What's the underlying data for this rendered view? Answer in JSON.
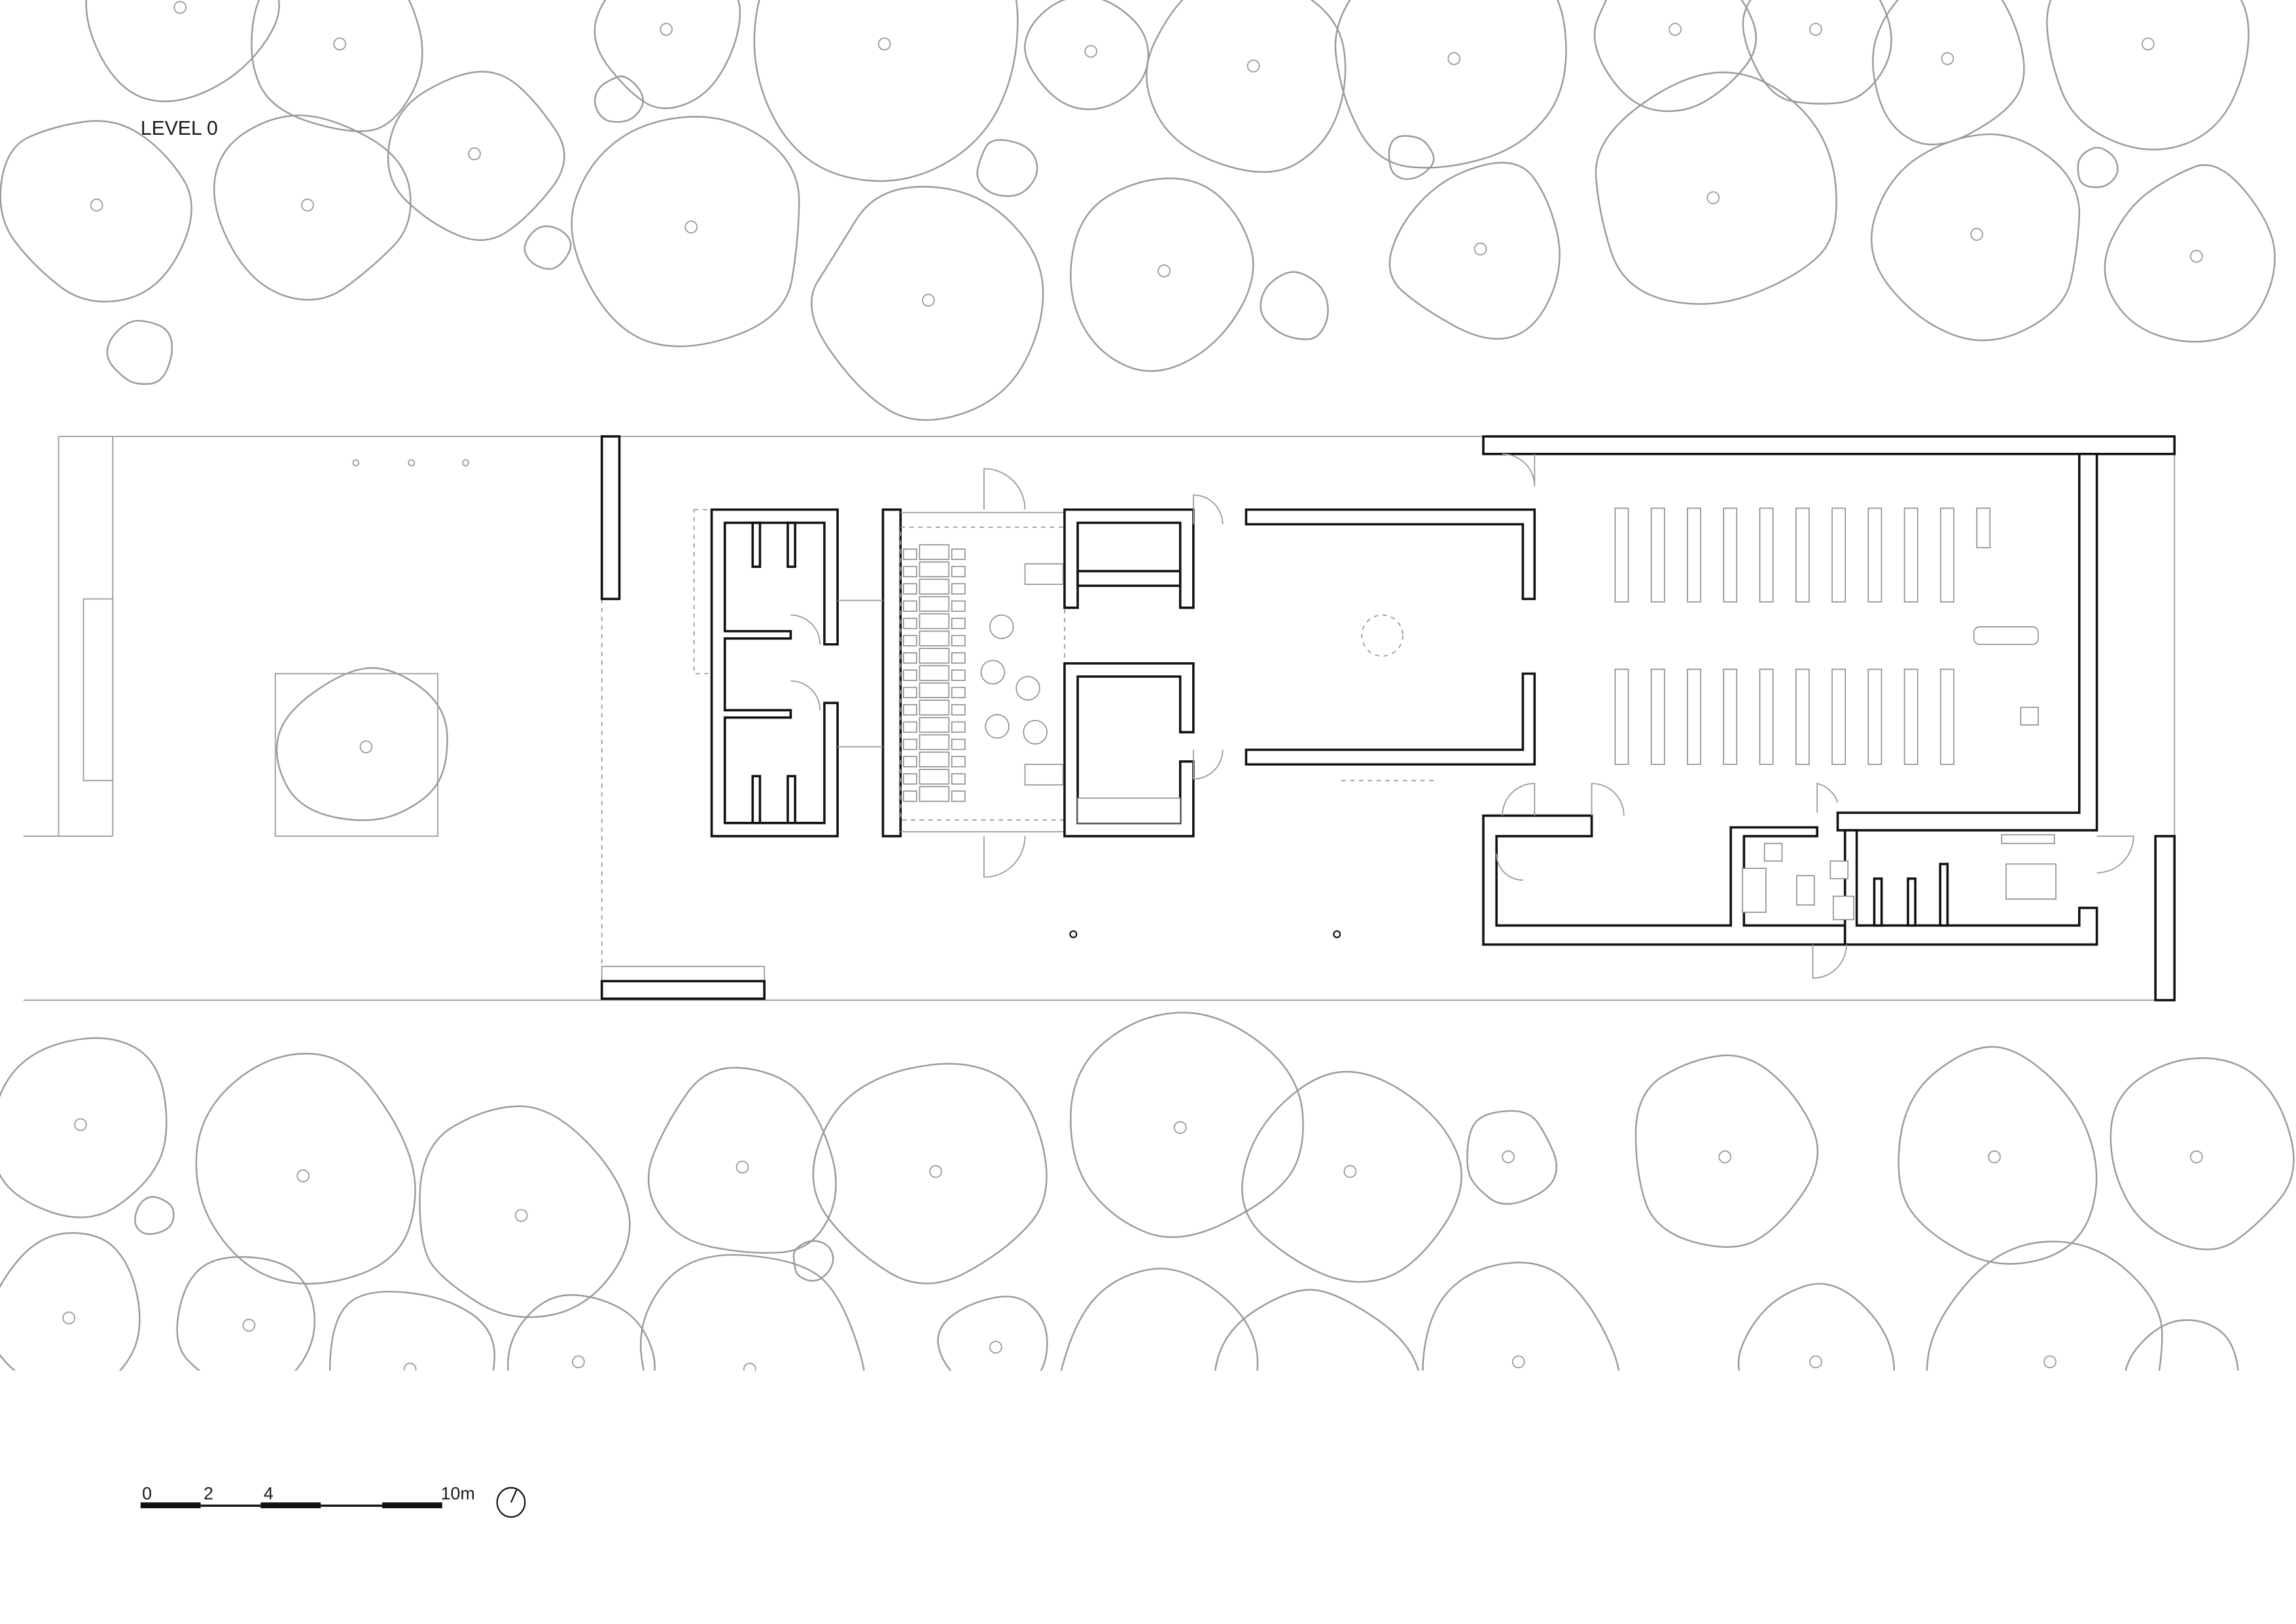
{
  "drawing": {
    "title": "LEVEL 0",
    "scale_bar": {
      "labels": [
        "0",
        "2",
        "4",
        "10m"
      ],
      "unit": "m",
      "max": 10
    },
    "north_arrow": "north-arrow-icon"
  },
  "colors": {
    "wall": "#111111",
    "vegetation": "#9a9a9a",
    "background": "#ffffff"
  }
}
